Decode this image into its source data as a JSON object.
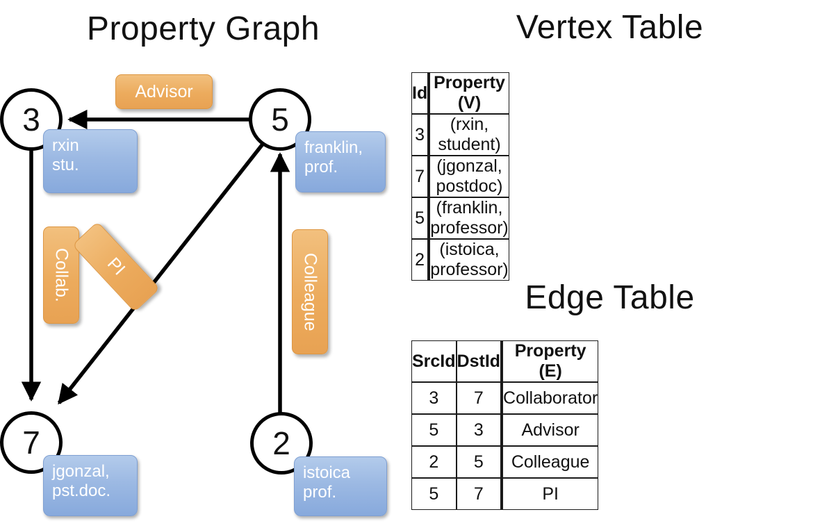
{
  "panels": {
    "graph_title": "Property Graph",
    "vertex_title": "Vertex Table",
    "edge_title": "Edge Table"
  },
  "graph": {
    "nodes": [
      {
        "id": "3",
        "property_lines": [
          "rxin",
          "stu."
        ]
      },
      {
        "id": "5",
        "property_lines": [
          "franklin,",
          "prof."
        ]
      },
      {
        "id": "7",
        "property_lines": [
          "jgonzal,",
          "pst.doc."
        ]
      },
      {
        "id": "2",
        "property_lines": [
          "istoica",
          "prof."
        ]
      }
    ],
    "edge_labels": [
      {
        "label": "Advisor",
        "orientation": "horizontal"
      },
      {
        "label": "Collab.",
        "orientation": "vertical"
      },
      {
        "label": "PI",
        "orientation": "rotated"
      },
      {
        "label": "Colleague",
        "orientation": "vertical"
      }
    ]
  },
  "vertex_table": {
    "headers": [
      "Id",
      "Property (V)"
    ],
    "rows": [
      {
        "id": "3",
        "property": "(rxin, student)"
      },
      {
        "id": "7",
        "property": "(jgonzal, postdoc)"
      },
      {
        "id": "5",
        "property": "(franklin, professor)"
      },
      {
        "id": "2",
        "property": "(istoica, professor)"
      }
    ]
  },
  "edge_table": {
    "headers": [
      "SrcId",
      "DstId",
      "Property (E)"
    ],
    "rows": [
      {
        "src": "3",
        "dst": "7",
        "property": "Collaborator"
      },
      {
        "src": "5",
        "dst": "3",
        "property": "Advisor"
      },
      {
        "src": "2",
        "dst": "5",
        "property": "Colleague"
      },
      {
        "src": "5",
        "dst": "7",
        "property": "PI"
      }
    ]
  },
  "colors": {
    "vertex_property_fill": "#c6d5ec",
    "edge_property_fill": "#f5dbc0",
    "node_box_blue": "#9cb9e3",
    "edge_label_orange": "#ecab5d",
    "stroke": "#000000"
  }
}
